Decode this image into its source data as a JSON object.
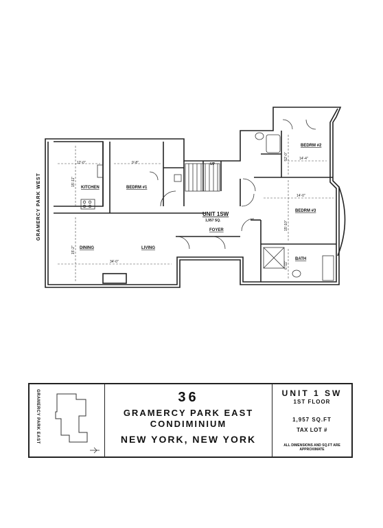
{
  "plan": {
    "street_label": "GRAMERCY PARK WEST",
    "unit_label": "UNIT 1SW",
    "area_label": "1,957 SQ.",
    "up_label": "UP",
    "rooms": {
      "kitchen": "KITCHEN",
      "bedroom1": "BEDRM #1",
      "bedroom2": "BEDRM #2",
      "bedroom3": "BEDRM #3",
      "dining": "DINING",
      "living": "LIVING",
      "foyer": "FOYER",
      "bath": "BATH"
    },
    "dimensions": {
      "kitchen_width": "12'-0\"",
      "bedroom1_width": "9'-8\"",
      "kitchen_depth": "15'-11\"",
      "dining_depth": "15'-2\"",
      "living_width": "34'-0\"",
      "bedroom2_depth": "12'-0\"",
      "bedroom2_width": "14'-4\"",
      "bedroom3_width": "14'-0\"",
      "bedroom3_depth": "15'-10\"",
      "bath_depth": "6'-11\""
    }
  },
  "titleblock": {
    "key_street": "GRAMERCY PARK EAST",
    "building_number": "36",
    "building_name_line1": "GRAMERCY PARK EAST",
    "building_name_line2": "CONDIMINIUM",
    "city": "NEW YORK, NEW YORK",
    "unit": "UNIT 1 SW",
    "floor": "1ST FLOOR",
    "area": "1,957   SQ.FT",
    "tax_lot": "TAX LOT #",
    "note": "ALL DIMENSIONS AND SQ.FT ARE APPROXIMATE"
  }
}
